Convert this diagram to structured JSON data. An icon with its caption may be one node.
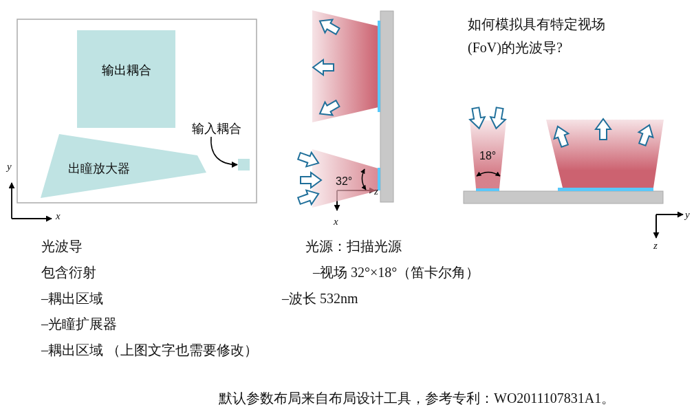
{
  "diagram": {
    "caption": "默认参数布局来自布局设计工具，参考专利：WO2011107831A1。",
    "nodes": [
      {
        "text": [
          "输出耦合"
        ]
      },
      {
        "text": [
          "出瞳放大器"
        ]
      },
      {
        "text": [
          "输入耦合"
        ]
      },
      {
        "text": [],
        "shape": "box"
      }
    ],
    "edges": [
      {
        "from": 2,
        "to": 3,
        "arrow": "to"
      }
    ],
    "labels": [
      "如何模拟具有特定视场 (FoV)的光波导?",
      "y",
      "x",
      "32°",
      "z",
      "x",
      "18°",
      "y",
      "z",
      "光波导",
      "光源：扫描光源",
      "包含衍射",
      "–视场 32°×18°（笛卡尔角）",
      "–耦出区域",
      "–波长 532nm",
      "–光瞳扩展器",
      "–耦出区域 （上图文字也需要修改）"
    ]
  }
}
